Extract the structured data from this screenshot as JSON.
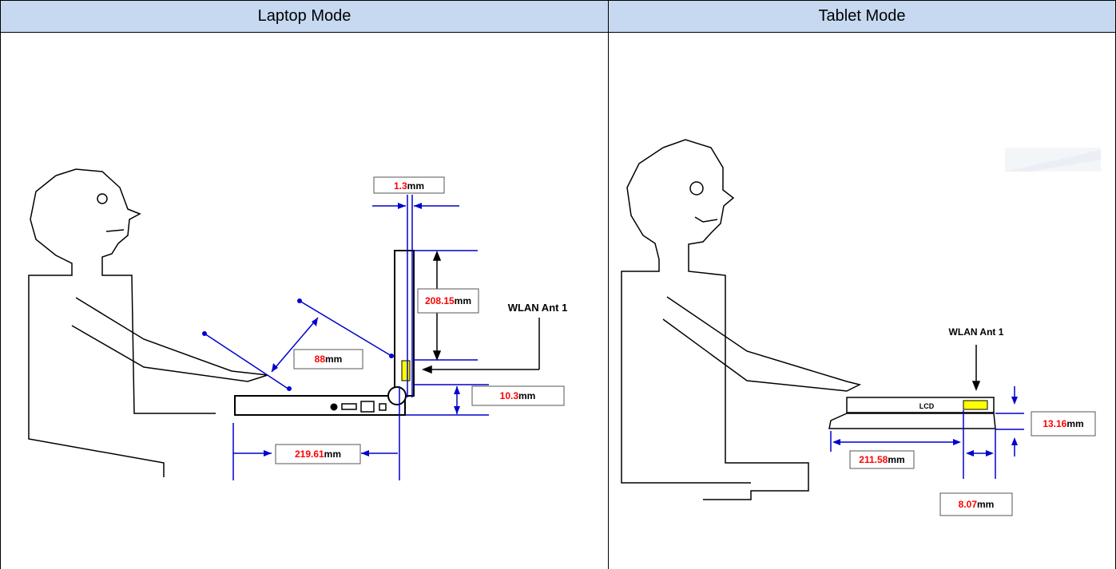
{
  "headers": {
    "laptop": "Laptop Mode",
    "tablet": "Tablet Mode"
  },
  "laptop": {
    "dim_gap": {
      "value": "1.3",
      "unit": "mm"
    },
    "dim_height": {
      "value": "208.15",
      "unit": "mm"
    },
    "dim_diag": {
      "value": "88",
      "unit": "mm"
    },
    "dim_thick": {
      "value": "10.3",
      "unit": "mm"
    },
    "dim_width": {
      "value": "219.61",
      "unit": "mm"
    },
    "antenna_label": "WLAN Ant 1"
  },
  "tablet": {
    "dim_height": {
      "value": "13.16",
      "unit": "mm"
    },
    "dim_width": {
      "value": "211.58",
      "unit": "mm"
    },
    "dim_ant": {
      "value": "8.07",
      "unit": "mm"
    },
    "antenna_label": "WLAN Ant 1",
    "lcd_label": "LCD"
  },
  "colors": {
    "header_bg": "#c6d9f1",
    "dimension_line": "#0000cc",
    "value_red": "#ff0000",
    "antenna_yellow": "#ffff00"
  }
}
